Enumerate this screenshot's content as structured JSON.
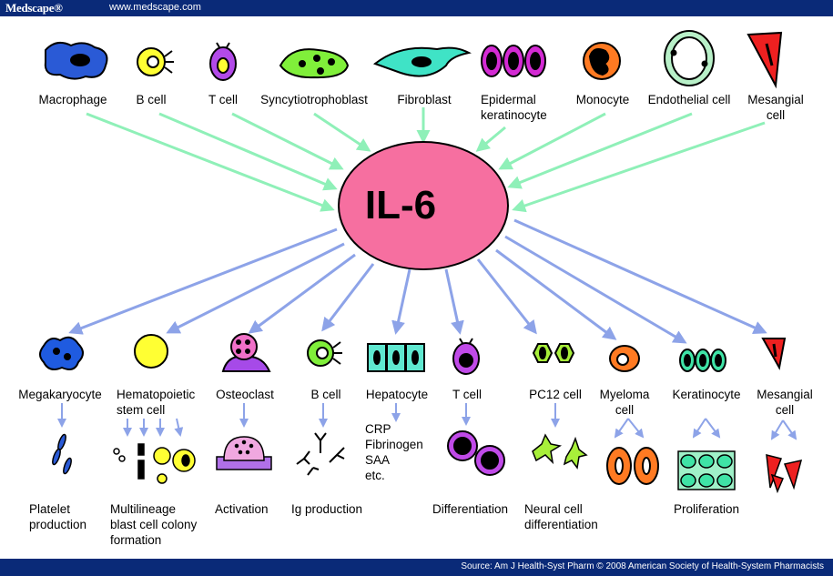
{
  "header": {
    "brand": "Medscape®",
    "url": "www.medscape.com"
  },
  "footer": {
    "source": "Source: Am J Health-Syst Pharm © 2008 American Society of Health-System Pharmacists"
  },
  "hub": {
    "label": "IL-6",
    "fill": "#f66fa0"
  },
  "sources": [
    "Macrophage",
    "B cell",
    "T cell",
    "Syncytiotrophoblast",
    "Fibroblast",
    "Epidermal\nkeratinocyte",
    "Monocyte",
    "Endothelial cell",
    "Mesangial\ncell"
  ],
  "targets": [
    "Megakaryocyte",
    "Hematopoietic\nstem cell",
    "Osteoclast",
    "B cell",
    "Hepatocyte",
    "T cell",
    "PC12 cell",
    "Myeloma\ncell",
    "Keratinocyte",
    "Mesangial\ncell"
  ],
  "effects": [
    "Platelet\nproduction",
    "Multilineage\nblast cell colony\nformation",
    "Activation",
    "Ig production",
    "CRP\nFibrinogen\nSAA\netc.",
    "Differentiation",
    "Neural cell\ndifferentiation",
    "Proliferation"
  ],
  "colors": {
    "input_arrow": "#8ff0b8",
    "output_arrow": "#8da3e8",
    "bar": "#0a2a78"
  }
}
